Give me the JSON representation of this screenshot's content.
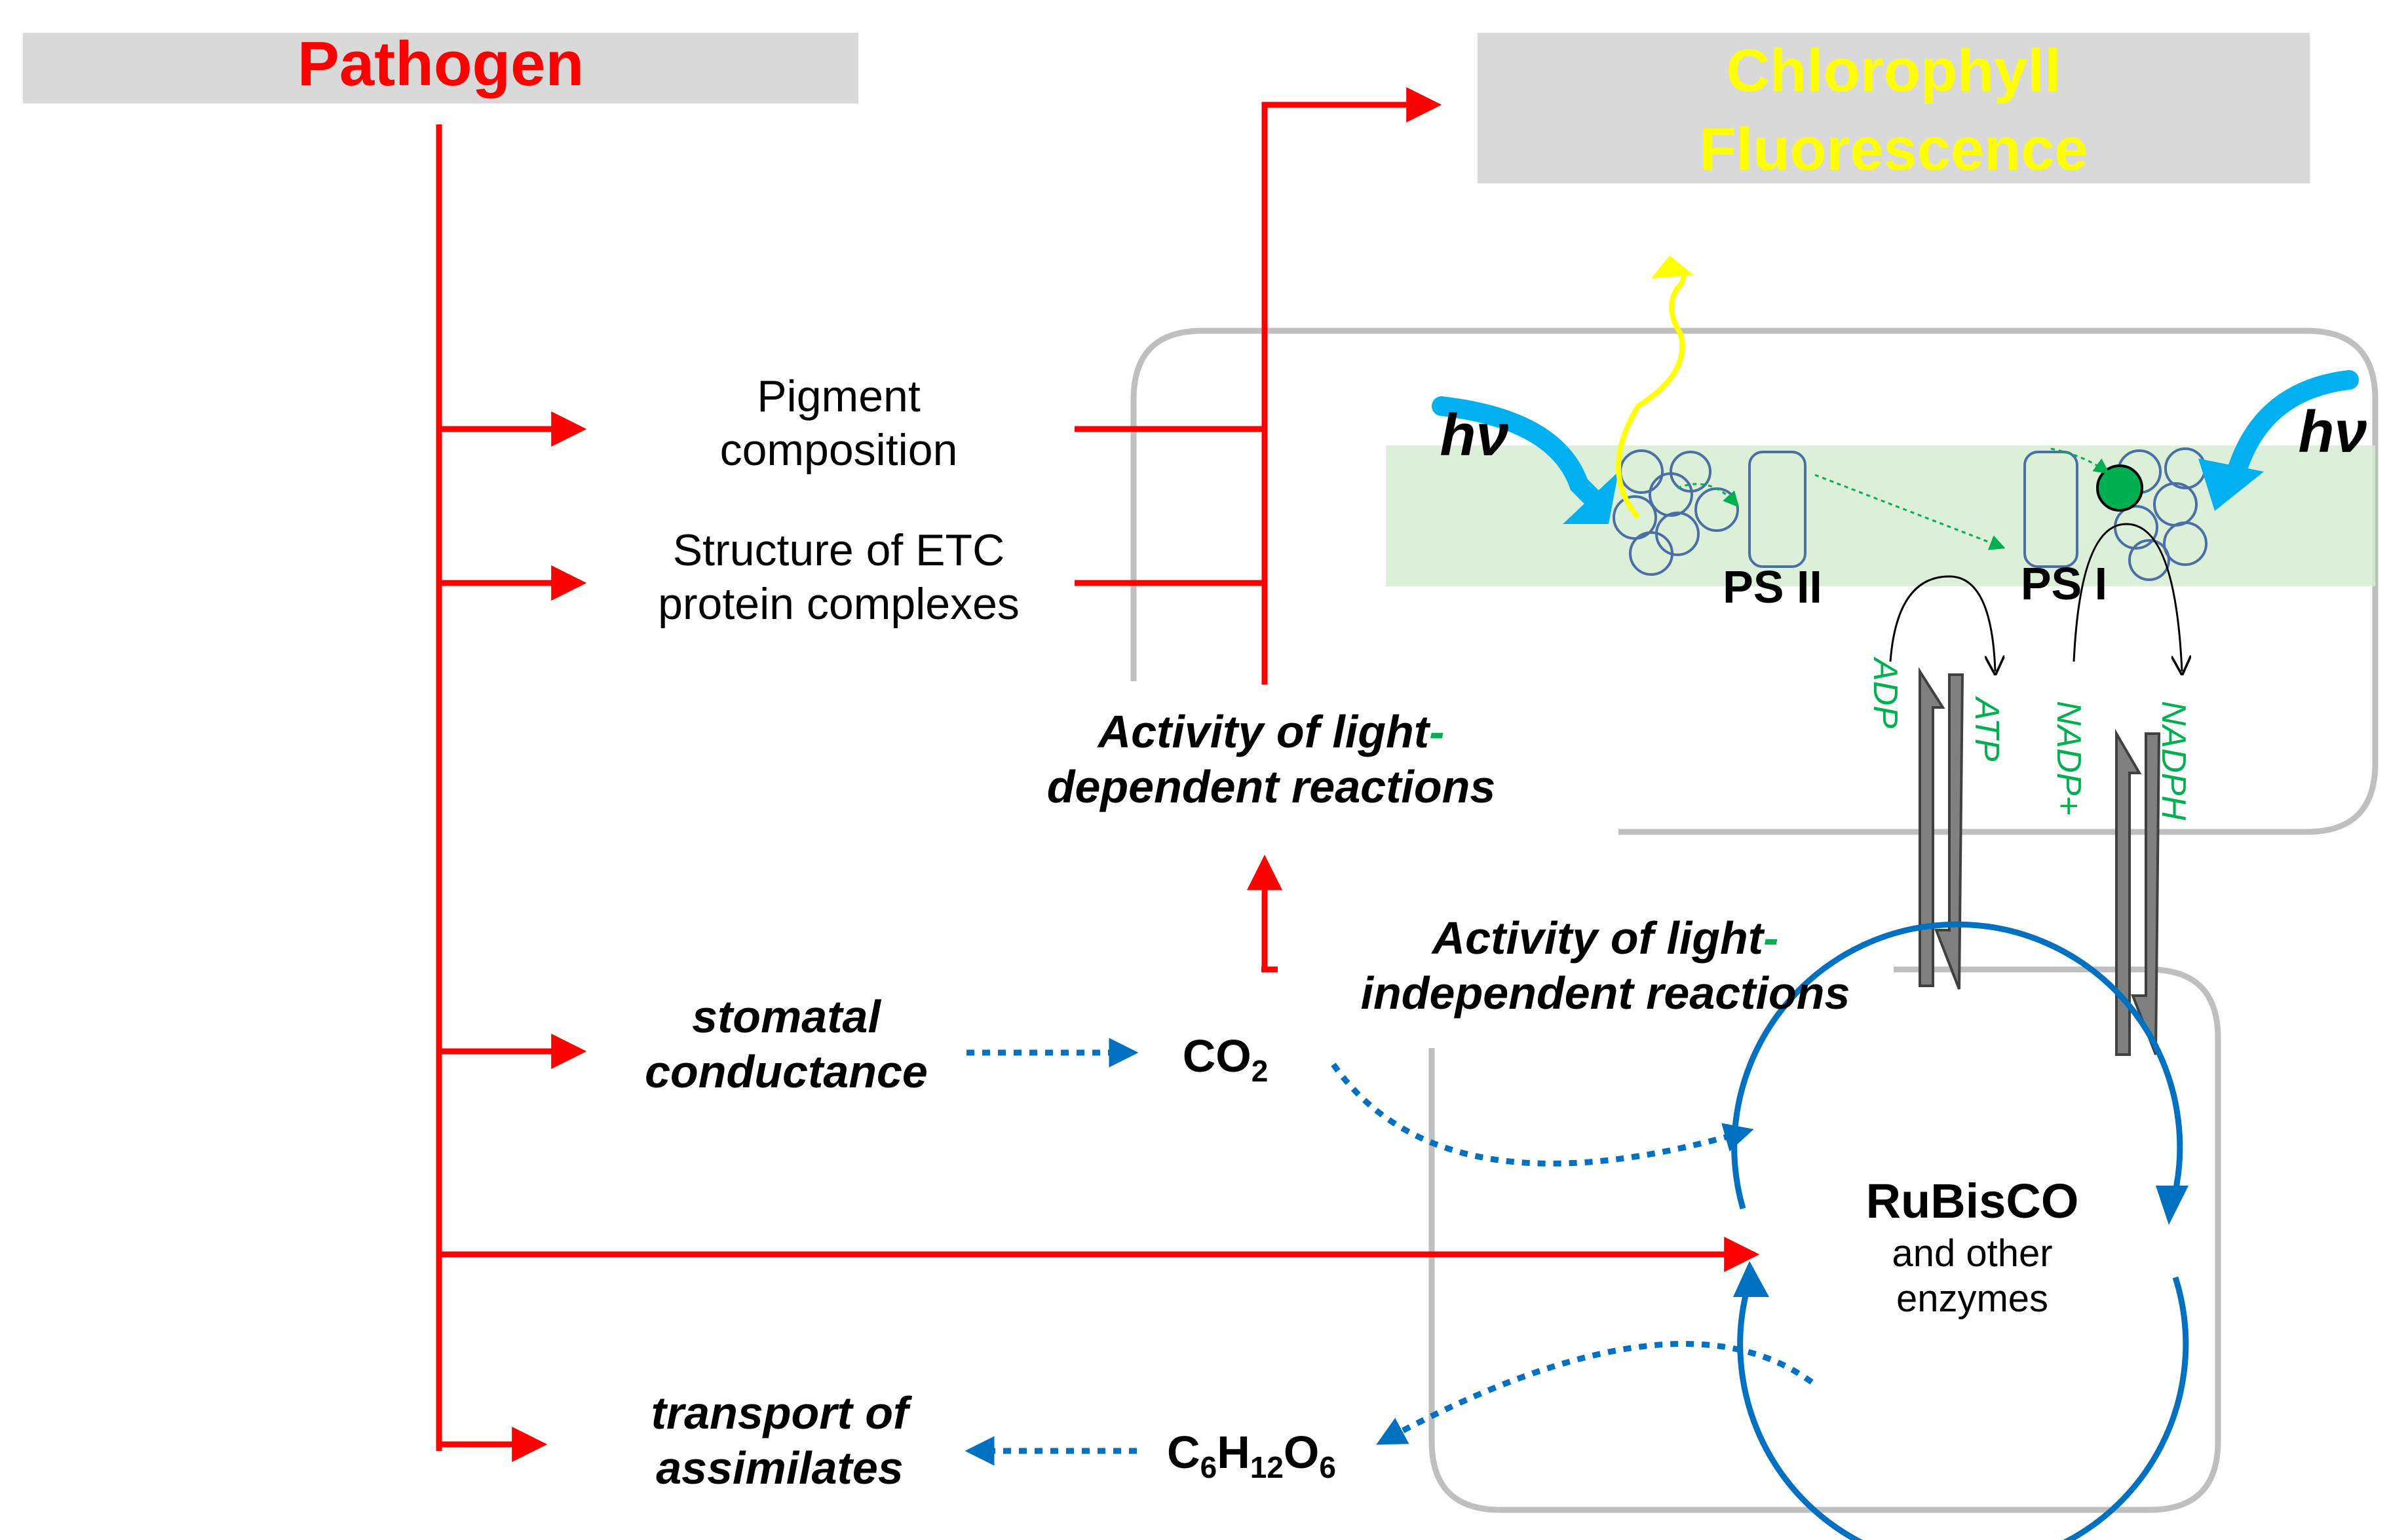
{
  "colors": {
    "pathogen_red": "#ff0000",
    "fluorescence_yellow": "#ffff00",
    "blue_arrow": "#00b0f0",
    "dotted_blue": "#0070c0",
    "green_text": "#00b050",
    "gray_outline": "#bfbfbf",
    "membrane_green": "#d6ecd2",
    "title_box": "#d9d9d9"
  },
  "labels": {
    "pathogen": "Pathogen",
    "chlorophyll_line1": "Chlorophyll",
    "chlorophyll_line2": "Fluorescence",
    "pigment_line1": "Pigment",
    "pigment_line2": "composition",
    "etc_line1": "Structure of ETC",
    "etc_line2": "protein complexes",
    "light_dep_line1": "Activity of light",
    "light_dep_dash": "-",
    "light_dep_line2": "dependent reactions",
    "light_indep_line1": "Activity of light",
    "light_indep_dash": "-",
    "light_indep_line2": "independent reactions",
    "stomatal_line1": "stomatal",
    "stomatal_line2": "conductance",
    "co2_main": "CO",
    "co2_sub": "2",
    "rubisco": "RuBisCO",
    "enzymes_line1": "and other",
    "enzymes_line2": "enzymes",
    "transport_line1": "transport of",
    "transport_line2": "assimilates",
    "glucose_c": "C",
    "glucose_6a": "6",
    "glucose_h": "H",
    "glucose_12": "12",
    "glucose_o": "O",
    "glucose_6b": "6",
    "ps2": "PS II",
    "ps1": "PS I",
    "hv": "hν",
    "adp": "ADP",
    "atp": "ATP",
    "nadp": "NADP+",
    "nadph": "NADPH"
  }
}
